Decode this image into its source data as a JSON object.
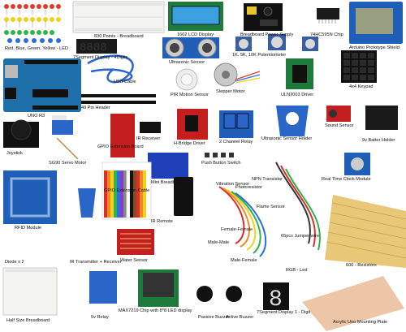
{
  "scene": "Arduino UNO R3 starter kit components product photo on white background",
  "labels": {
    "leds": "Red, Blue, Green, Yellow - LED",
    "breadboard_830": "830 Points - Breadboard",
    "lcd": "1602 LCD Display",
    "breadboard_power": "Breadboard Power Supply",
    "chip_74hc595": "74HC595N Chip",
    "proto_shield": "Arduino Prototype Shield",
    "seven_seg_4": "7Segment Display - 4Digits",
    "ultrasonic": "Ultrasonic Sensor",
    "potentiometer": "1K, 5K, 10K Potentiometer",
    "usb_cable": "USB Cable",
    "keypad": "4x4 Keypad",
    "uno": "UNO R3",
    "header_40": "40 Pin Header",
    "pir": "PIR Motion Sensor",
    "stepper": "Stepper Motor",
    "uln2003": "ULN2003 Driver",
    "joystick": "Joystick",
    "servo": "SG90 Servo Motor",
    "gpio_board": "GPIO Extension Board",
    "ir_receiver": "IR Receiver",
    "hbridge": "H-Bridge Driver",
    "relay_2ch": "2 Channel Relay",
    "ultrasonic_holder": "Ultrasonic Sensor Holder",
    "sound_sensor": "Sound Sensor",
    "battery_holder": "9v Batter Holder",
    "push_button": "Push Button Switch",
    "mini_breadboard": "Mini Breadboard",
    "gpio_cable": "GPIO Extension Cable",
    "vibration": "Vibration Sensor",
    "npn": "NPN Transistor",
    "photoresistor": "Photoresistor",
    "rtc": "Real Time Clock Module",
    "rfid": "RFID Module",
    "ir_remote": "IR Remote",
    "flame": "Flame Sensor",
    "female_female": "Female-Female",
    "jumper": "65pcs Jumper wire",
    "male_male": "Male-Male",
    "diode": "Diode x 2",
    "ir_tx_rx": "IR Transmitter + Receiver",
    "water_sensor": "Water Sensor",
    "male_female": "Male-Female",
    "rgb_led": "RGB - Led",
    "resistors": "600 - Resistors",
    "half_breadboard": "Half Size Breadboard",
    "relay_5v": "5v Relay",
    "max7219": "MAX7219 Chip with 8*8 LED display",
    "passive_buzzer": "Passive Buzzer",
    "active_buzzer": "Active Buzzer",
    "seven_seg_1": "7Segment Display 1 - Digit",
    "acrylic": "Acrylic Uno Mounting Plate"
  },
  "colors": {
    "pcb_blue": "#1f5fb8",
    "pcb_red": "#c41e1e",
    "pcb_green": "#1e7a3a",
    "lcd_green": "#3aa0e0",
    "wire_red": "#d9302a",
    "wire_orange": "#f08a24",
    "wire_yellow": "#f2d21b",
    "resistor_tan": "#e8c777"
  }
}
